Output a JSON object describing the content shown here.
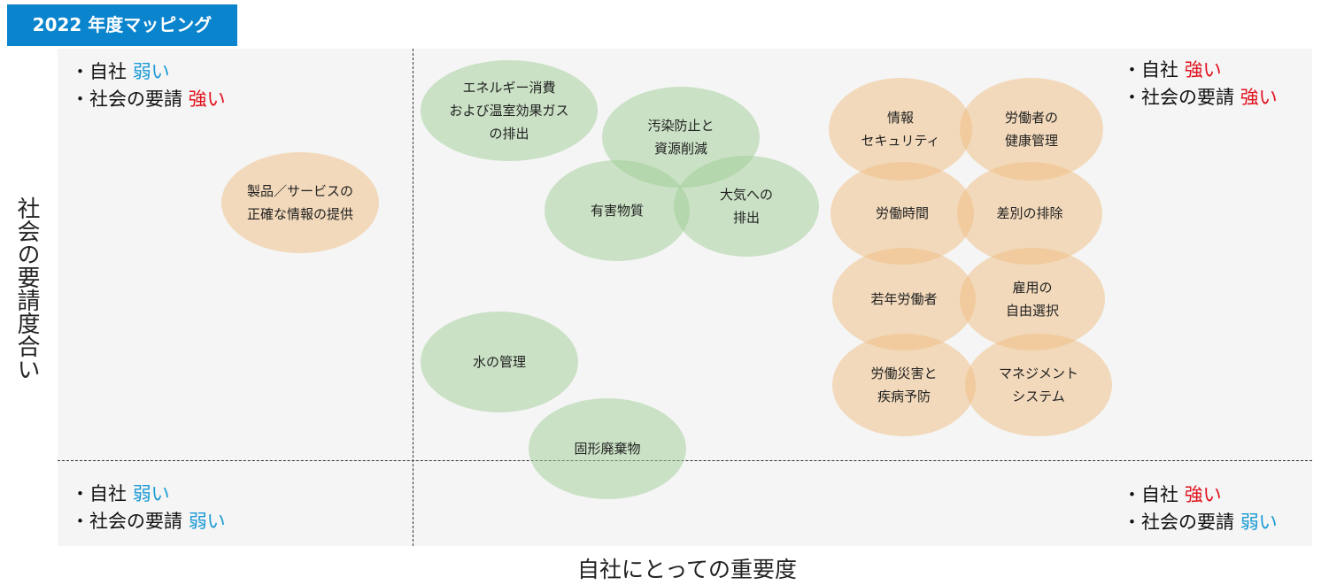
{
  "title": "2022 年度マッピング",
  "y_axis_label": "社会の要請度合い",
  "x_axis_label": "自社にとっての重要度",
  "quadrants": {
    "top_left": {
      "line1_prefix": "・自社 ",
      "line1_value": "弱い",
      "line2_prefix": "・社会の要請 ",
      "line2_value": "強い"
    },
    "top_right": {
      "line1_prefix": "・自社 ",
      "line1_value": "強い",
      "line2_prefix": "・社会の要請 ",
      "line2_value": "強い"
    },
    "bottom_left": {
      "line1_prefix": "・自社 ",
      "line1_value": "弱い",
      "line2_prefix": "・社会の要請 ",
      "line2_value": "弱い"
    },
    "bottom_right": {
      "line1_prefix": "・自社 ",
      "line1_value": "強い",
      "line2_prefix": "・社会の要請 ",
      "line2_value": "弱い"
    }
  },
  "colors": {
    "title_bg": "#0a84cd",
    "weak": "#1a9ad6",
    "strong": "#e0101c",
    "environment": "#a0cd96",
    "social": "#f0be82"
  },
  "issues": [
    {
      "label": "製品／サービスの\n正確な情報の提供",
      "category": "social"
    },
    {
      "label": "エネルギー消費\nおよび温室効果ガス\nの排出",
      "category": "environment"
    },
    {
      "label": "汚染防止と\n資源削減",
      "category": "environment"
    },
    {
      "label": "有害物質",
      "category": "environment"
    },
    {
      "label": "大気への\n排出",
      "category": "environment"
    },
    {
      "label": "水の管理",
      "category": "environment"
    },
    {
      "label": "固形廃棄物",
      "category": "environment"
    },
    {
      "label": "情報\nセキュリティ",
      "category": "social"
    },
    {
      "label": "労働者の\n健康管理",
      "category": "social"
    },
    {
      "label": "労働時間",
      "category": "social"
    },
    {
      "label": "差別の排除",
      "category": "social"
    },
    {
      "label": "若年労働者",
      "category": "social"
    },
    {
      "label": "雇用の\n自由選択",
      "category": "social"
    },
    {
      "label": "労働災害と\n疾病予防",
      "category": "social"
    },
    {
      "label": "マネジメント\nシステム",
      "category": "social"
    }
  ]
}
